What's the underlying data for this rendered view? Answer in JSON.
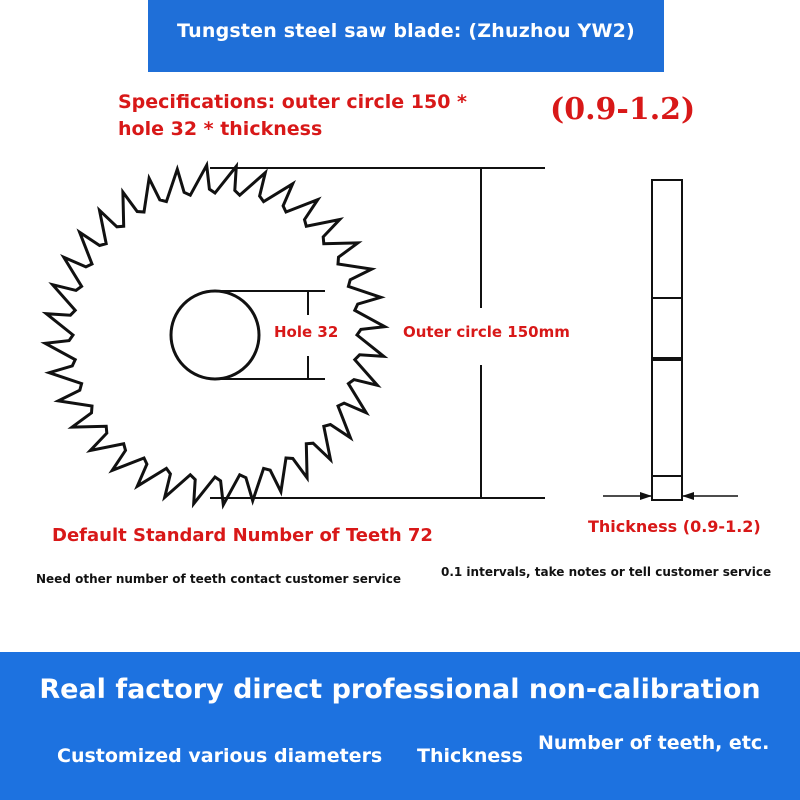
{
  "header": {
    "title": "Tungsten steel saw blade: (Zhuzhou YW2)"
  },
  "specs": {
    "line1": "Specifications: outer circle 150 *",
    "line2": "hole 32 * thickness",
    "range": "(0.9-1.2)"
  },
  "diagram": {
    "hole_label": "Hole 32",
    "outer_label": "Outer circle 150mm",
    "thickness_label": "Thickness (0.9-1.2)",
    "teeth_label": "Default Standard Number of Teeth 72",
    "teeth_note": "Need other number of teeth contact customer service",
    "thickness_note": "0.1 intervals, take notes or tell customer service"
  },
  "footer": {
    "headline": "Real factory direct professional non-calibration",
    "features": [
      "Customized various diameters",
      "Thickness",
      "Number of teeth, etc."
    ]
  },
  "colors": {
    "banner_blue": "#1f6fd8",
    "footer_blue": "#1d72e0",
    "accent_red": "#d81818"
  }
}
